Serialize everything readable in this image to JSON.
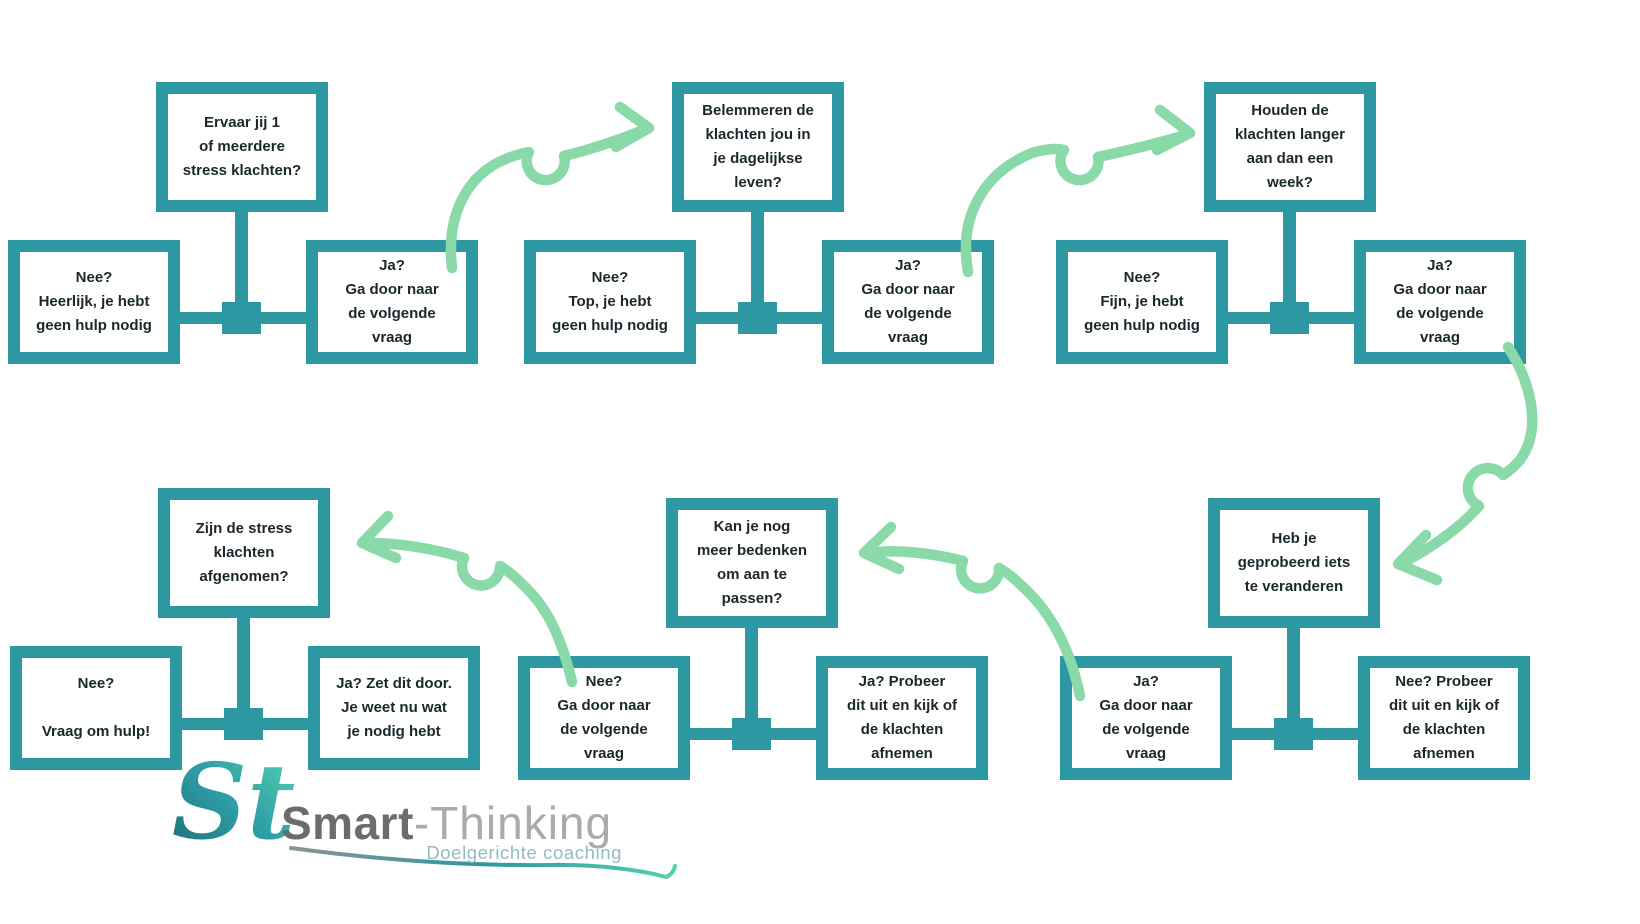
{
  "colors": {
    "teal": "#2D97A2",
    "arrow_green": "#89D9A9",
    "ink": "#1A282C",
    "brand_dark": "#6A6C6E",
    "brand_light": "#A8AAAD",
    "tagline": "#93BCC0",
    "background": "#FFFFFF",
    "logo_gradient": [
      "#1E6B71",
      "#2E9FA8",
      "#5BD4B0"
    ],
    "swoosh_gradient": [
      "#8A9496",
      "#2D97A2",
      "#55D1AE"
    ]
  },
  "flowchart": {
    "groups": [
      {
        "name": "question-1-top-left",
        "question": [
          "Ervaar jij 1",
          "of meerdere",
          "stress klachten?"
        ],
        "left": [
          "Nee?",
          "Heerlijk, je hebt",
          "geen hulp nodig"
        ],
        "right": [
          "Ja?",
          "Ga door naar",
          "de volgende",
          "vraag"
        ]
      },
      {
        "name": "question-2-top-middle",
        "question": [
          "Belemmeren de",
          "klachten jou in",
          "je dagelijkse",
          "leven?"
        ],
        "left": [
          "Nee?",
          "Top, je hebt",
          "geen hulp nodig"
        ],
        "right": [
          "Ja?",
          "Ga door naar",
          "de volgende",
          "vraag"
        ]
      },
      {
        "name": "question-3-top-right",
        "question": [
          "Houden de",
          "klachten langer",
          "aan dan een",
          "week?"
        ],
        "left": [
          "Nee?",
          "Fijn, je hebt",
          "geen hulp nodig"
        ],
        "right": [
          "Ja?",
          "Ga door naar",
          "de volgende",
          "vraag"
        ]
      },
      {
        "name": "question-4-bottom-right",
        "question": [
          "Heb je",
          "geprobeerd iets",
          "te veranderen"
        ],
        "left": [
          "Ja?",
          "Ga door naar",
          "de volgende",
          "vraag"
        ],
        "right": [
          "Nee? Probeer",
          "dit uit en kijk of",
          "de klachten",
          "afnemen"
        ]
      },
      {
        "name": "question-5-bottom-middle",
        "question": [
          "Kan je nog",
          "meer bedenken",
          "om aan te",
          "passen?"
        ],
        "left": [
          "Nee?",
          "Ga door naar",
          "de volgende",
          "vraag"
        ],
        "right": [
          "Ja? Probeer",
          "dit uit en kijk of",
          "de klachten",
          "afnemen"
        ]
      },
      {
        "name": "question-6-bottom-left",
        "question": [
          "Zijn de stress",
          "klachten",
          "afgenomen?"
        ],
        "left": [
          "Nee?",
          "",
          "Vraag om hulp!"
        ],
        "right": [
          "Ja? Zet dit door.",
          "Je weet nu wat",
          "je nodig hebt"
        ]
      }
    ]
  },
  "logo": {
    "monogram": "St",
    "brand_bold": "Smart",
    "brand_light": "-Thinking",
    "tagline": "Doelgerichte coaching"
  }
}
